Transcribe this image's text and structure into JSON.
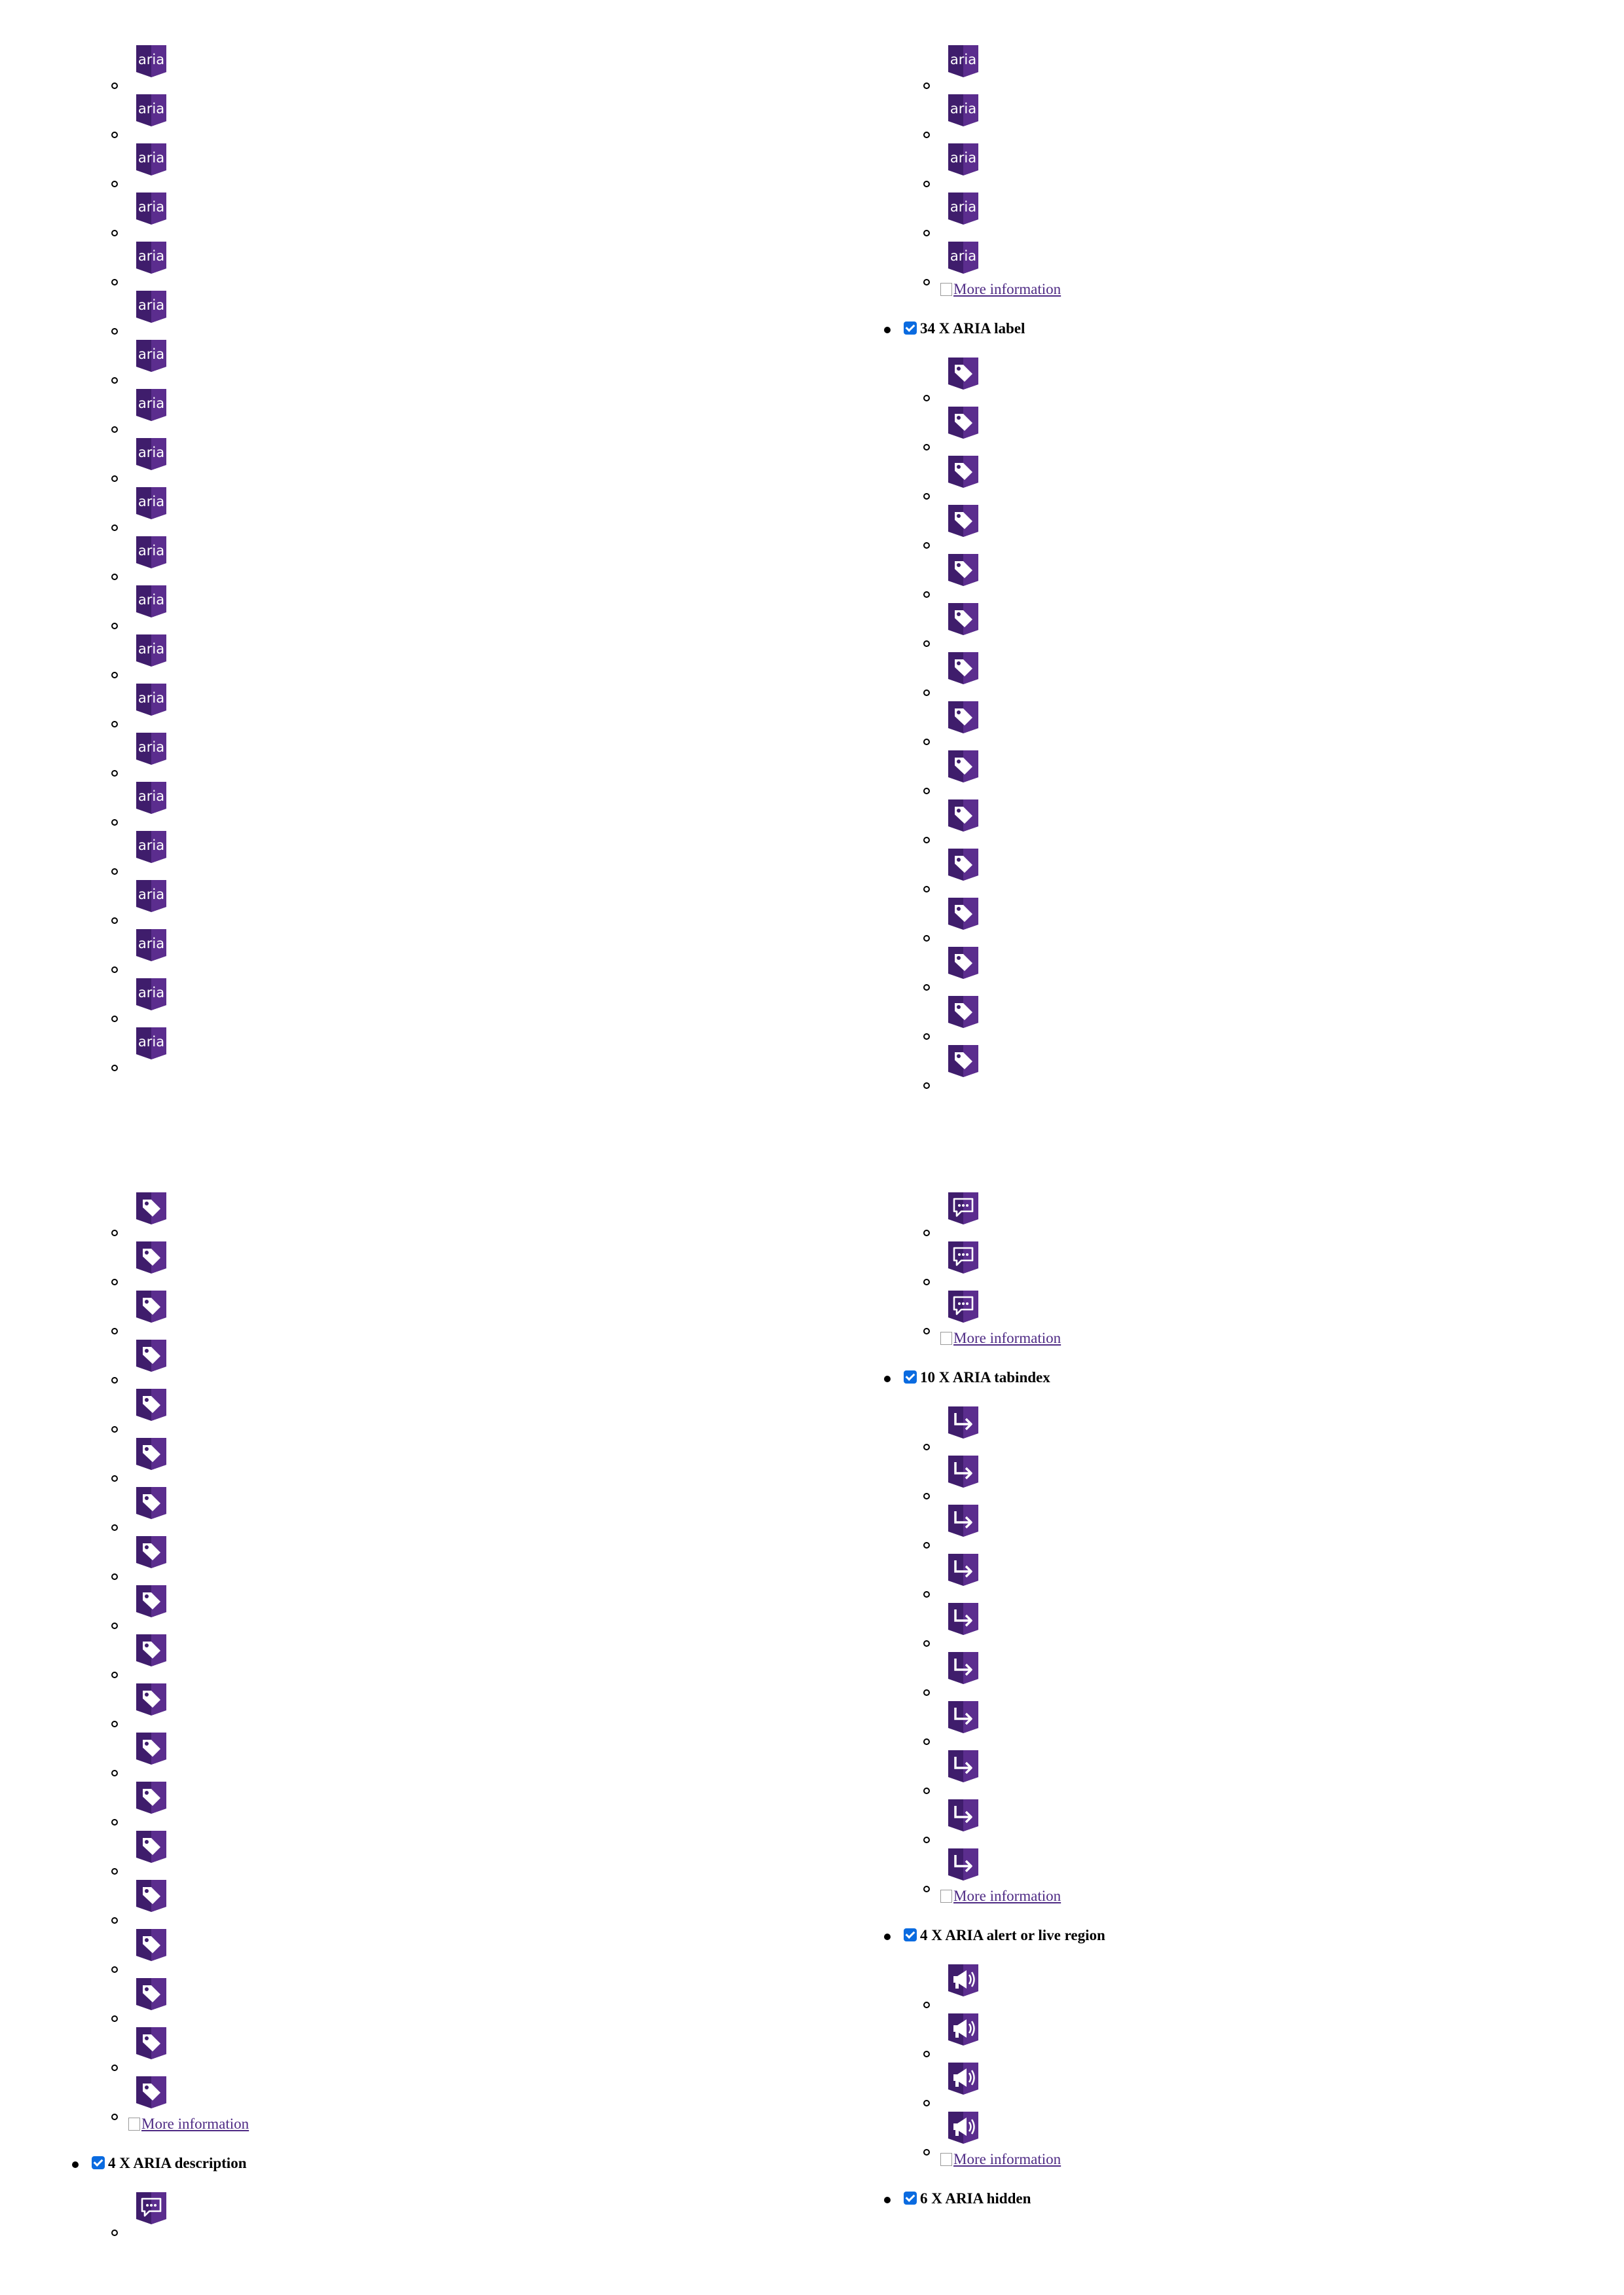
{
  "more_information": "More information",
  "colors": {
    "icon_dark": "#3f1d6c",
    "icon_mid": "#5b2d8e",
    "link": "#4e2a84",
    "checkbox": "#0a6be0"
  },
  "icon_text": "aria",
  "top_left": {
    "icons": {
      "type": "aria-icon",
      "count": 21
    }
  },
  "top_right": {
    "aria_icons": {
      "type": "aria-icon",
      "count": 5
    },
    "more_information_visible": true,
    "section": {
      "checked": true,
      "label": "34 X ARIA label",
      "icon": "label-tag-icon",
      "count": 15
    }
  },
  "bottom_left": {
    "icons": {
      "type": "label-tag-icon",
      "count": 19
    },
    "more_information_visible": true,
    "section": {
      "checked": true,
      "label": "4 X ARIA description",
      "icon": "description-chat-icon",
      "count": 1
    }
  },
  "bottom_right": {
    "description_icons": {
      "type": "description-chat-icon",
      "count": 3
    },
    "sections": [
      {
        "checked": true,
        "label": "10 X ARIA tabindex",
        "icon": "tabindex-arrow-icon",
        "count": 10
      },
      {
        "checked": true,
        "label": "4 X ARIA alert or live region",
        "icon": "live-region-megaphone-icon",
        "count": 4
      },
      {
        "checked": true,
        "label": "6 X ARIA hidden",
        "icon": "hidden-icon",
        "count": 0
      }
    ]
  }
}
